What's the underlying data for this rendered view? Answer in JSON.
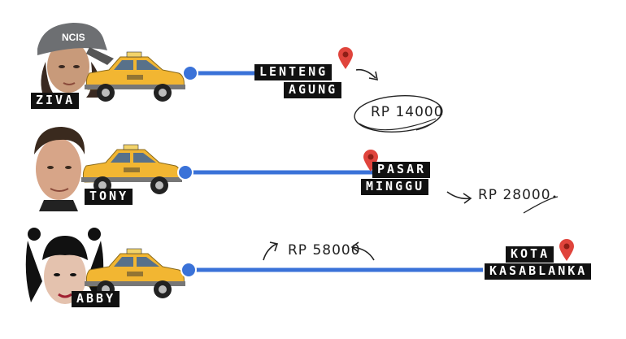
{
  "rows": [
    {
      "name": "ZIVA",
      "destination": [
        "LENTENG",
        "AGUNG"
      ],
      "fare": "RP 14000"
    },
    {
      "name": "TONY",
      "destination": [
        "PASAR",
        "MINGGU"
      ],
      "fare": "RP 28000"
    },
    {
      "name": "ABBY",
      "destination": [
        "KOTA",
        "KASABLANKA"
      ],
      "fare": "RP 58000"
    }
  ],
  "colors": {
    "route_line": "#3a72d8",
    "pin": "#e0443c",
    "taxi": "#f2b632",
    "label_bg": "#111111"
  },
  "icons": [
    "face-avatar",
    "taxi-icon",
    "route-dot",
    "map-pin-icon",
    "arrow-icon"
  ]
}
